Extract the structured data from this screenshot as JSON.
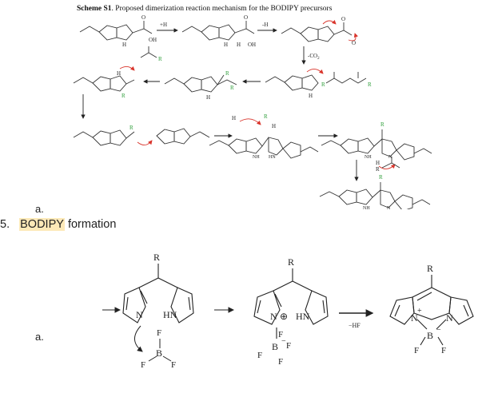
{
  "scheme": {
    "title_label": "Scheme S1",
    "title_text": ". Proposed dimerization reaction mechanism for the BODIPY precursors",
    "reagents": {
      "protonation": "+H",
      "deprotonation": "-H",
      "decarboxylation": "-CO",
      "co2_subscript": "2",
      "charge": "⊕"
    },
    "atoms": {
      "r": "R",
      "h": "H",
      "oh": "OH",
      "o": "O",
      "nh": "NH",
      "n": "N",
      "hn": "HN"
    }
  },
  "labels": {
    "item_a_1": "a.",
    "item_a_2": "a.",
    "section_number": "5.",
    "section_highlight": "BODIPY",
    "section_rest": " formation"
  },
  "bodipy": {
    "r": "R",
    "n": "N",
    "hn": "HN",
    "b": "B",
    "f": "F",
    "plus": "+",
    "oplus": "⊕",
    "minus": "−",
    "hf_label": "−HF"
  },
  "colors": {
    "arrow_red": "#d9342b",
    "r_green": "#2e9e3a",
    "ink": "#222222",
    "highlight": "#fde9b8"
  }
}
